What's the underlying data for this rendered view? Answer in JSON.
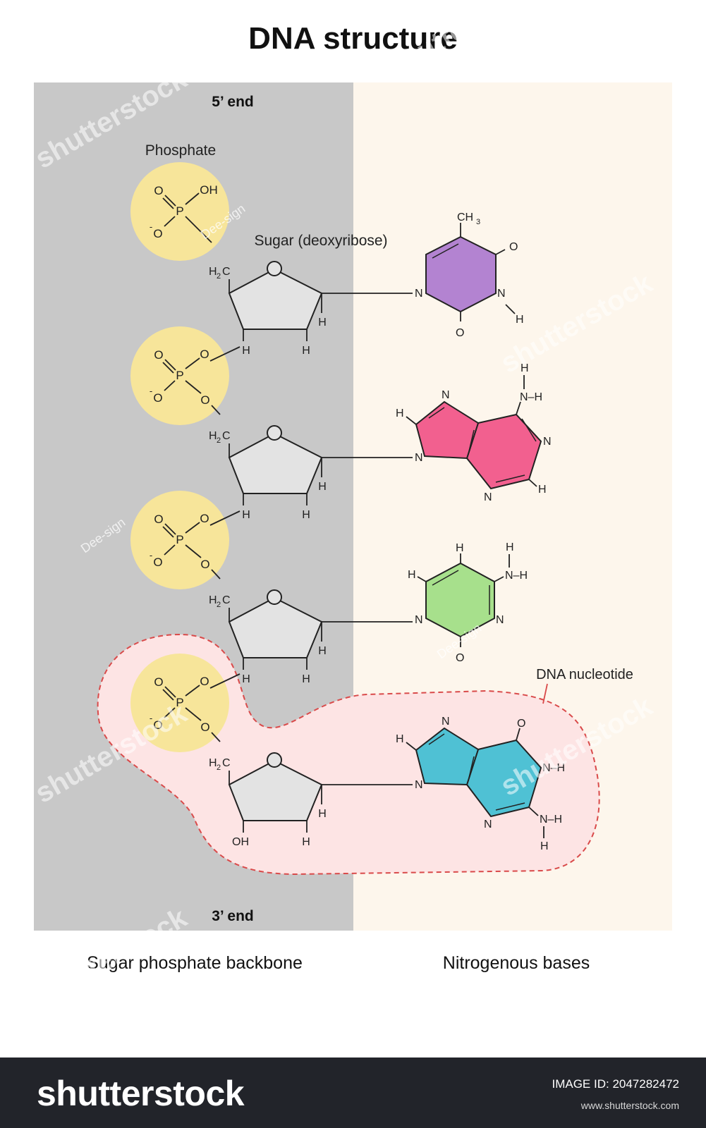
{
  "title": "DNA structure",
  "ends": {
    "top": "5’ end",
    "bottom": "3’ end"
  },
  "labels": {
    "phosphate": "Phosphate",
    "sugar": "Sugar (deoxyribose)",
    "nucleotide": "DNA nucleotide",
    "backbone": "Sugar phosphate backbone",
    "bases": "Nitrogenous bases"
  },
  "atoms": {
    "O": "O",
    "P": "P",
    "OH": "OH",
    "O_minus": "-",
    "H": "H",
    "N": "N",
    "H2C_H": "H",
    "H2C_2": "2",
    "H2C_C": "C",
    "CH3_C": "CH",
    "CH3_3": "3",
    "NH": "N–H",
    "NH_H": "N–H"
  },
  "colors": {
    "backbone_bg": "#c8c8c8",
    "bases_bg": "#fdf6ec",
    "phosphate": "#f7e59a",
    "sugar": "#e3e3e3",
    "thymine": "#b383d1",
    "adenine": "#f2608f",
    "cytosine": "#a7e08c",
    "guanine": "#4fc1d4",
    "nucleotide_highlight": "#fde4e4",
    "nucleotide_outline": "#d94a4a"
  },
  "watermark": {
    "brand": "shutterstock",
    "author": "Dee-sign",
    "image_id": "IMAGE ID: 2047282472",
    "url": "www.shutterstock.com"
  }
}
